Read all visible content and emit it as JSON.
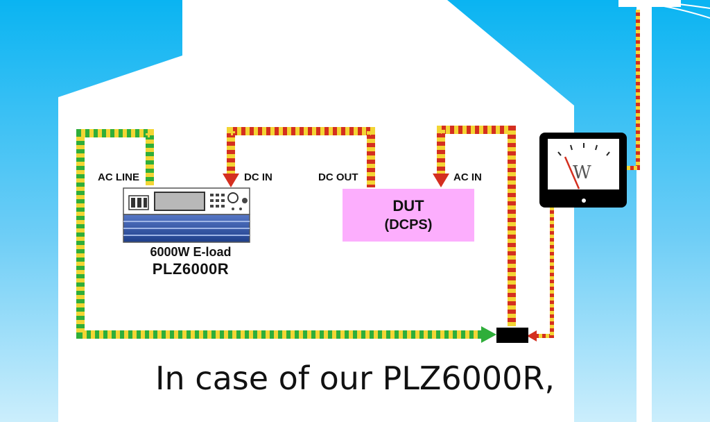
{
  "labels": {
    "ac_line": "AC LINE",
    "dc_in": "DC IN",
    "dc_out": "DC OUT",
    "ac_in": "AC IN"
  },
  "eload": {
    "name": "6000W E-load",
    "model": "PLZ6000R"
  },
  "dut": {
    "title": "DUT",
    "subtitle": "(DCPS)"
  },
  "meter": {
    "symbol": "W"
  },
  "caption": "In case of our PLZ6000R,",
  "colors": {
    "sky_top": "#0ab4f2",
    "sky_bottom": "#bfe8fb",
    "house": "#ffffff",
    "cable_green": "#2fae3a",
    "cable_yellow": "#f3d534",
    "cable_red": "#d42f1f",
    "dut_fill": "#fcaefd",
    "arrow_green": "#2fae3a",
    "arrow_red": "#d42f1f",
    "eload_blue": "#2c4f9e"
  }
}
